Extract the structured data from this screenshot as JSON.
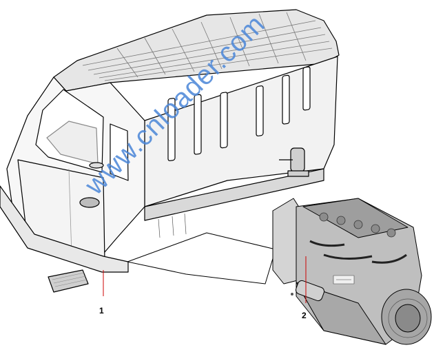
{
  "diagram": {
    "callouts": [
      {
        "label": "1"
      },
      {
        "label": "2"
      }
    ],
    "watermark": "www.cnloader.com",
    "parts": [
      "cab",
      "engine"
    ],
    "colors": {
      "line": "#000000",
      "shade": "#d9d9d9",
      "engine_fill": "#bfbfbf",
      "watermark": "#4a86d8",
      "leader": "#cc0000"
    }
  }
}
